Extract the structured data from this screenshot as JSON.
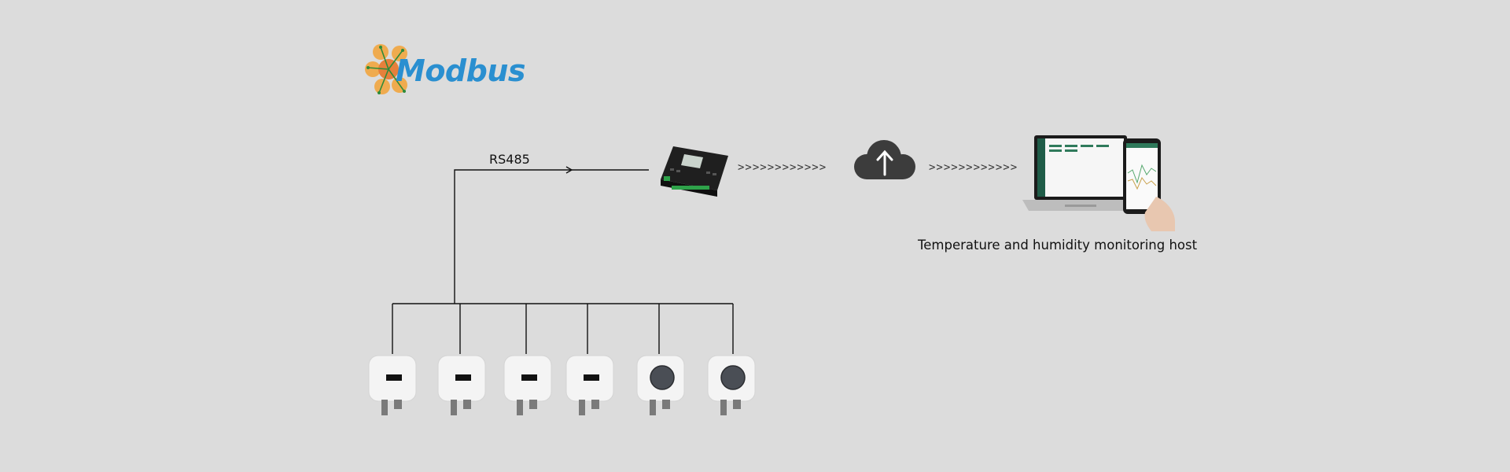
{
  "logo": {
    "text": "Modbus",
    "accent_color": "#2a8fd0",
    "petal_color": "#f2a640"
  },
  "bus": {
    "label": "RS485"
  },
  "links": {
    "arrow_sequence_1": ">>>>>>>>>>>>",
    "arrow_sequence_2": ">>>>>>>>>>>>"
  },
  "devices": {
    "gateway": {
      "icon": "data-collector-icon"
    },
    "cloud": {
      "icon": "cloud-upload-icon"
    },
    "host": {
      "icon": "laptop-phone-icon",
      "label": "Temperature and humidity monitoring host"
    },
    "sensors": [
      {
        "type": "display"
      },
      {
        "type": "display"
      },
      {
        "type": "display"
      },
      {
        "type": "display"
      },
      {
        "type": "round-probe"
      },
      {
        "type": "round-probe"
      }
    ]
  }
}
